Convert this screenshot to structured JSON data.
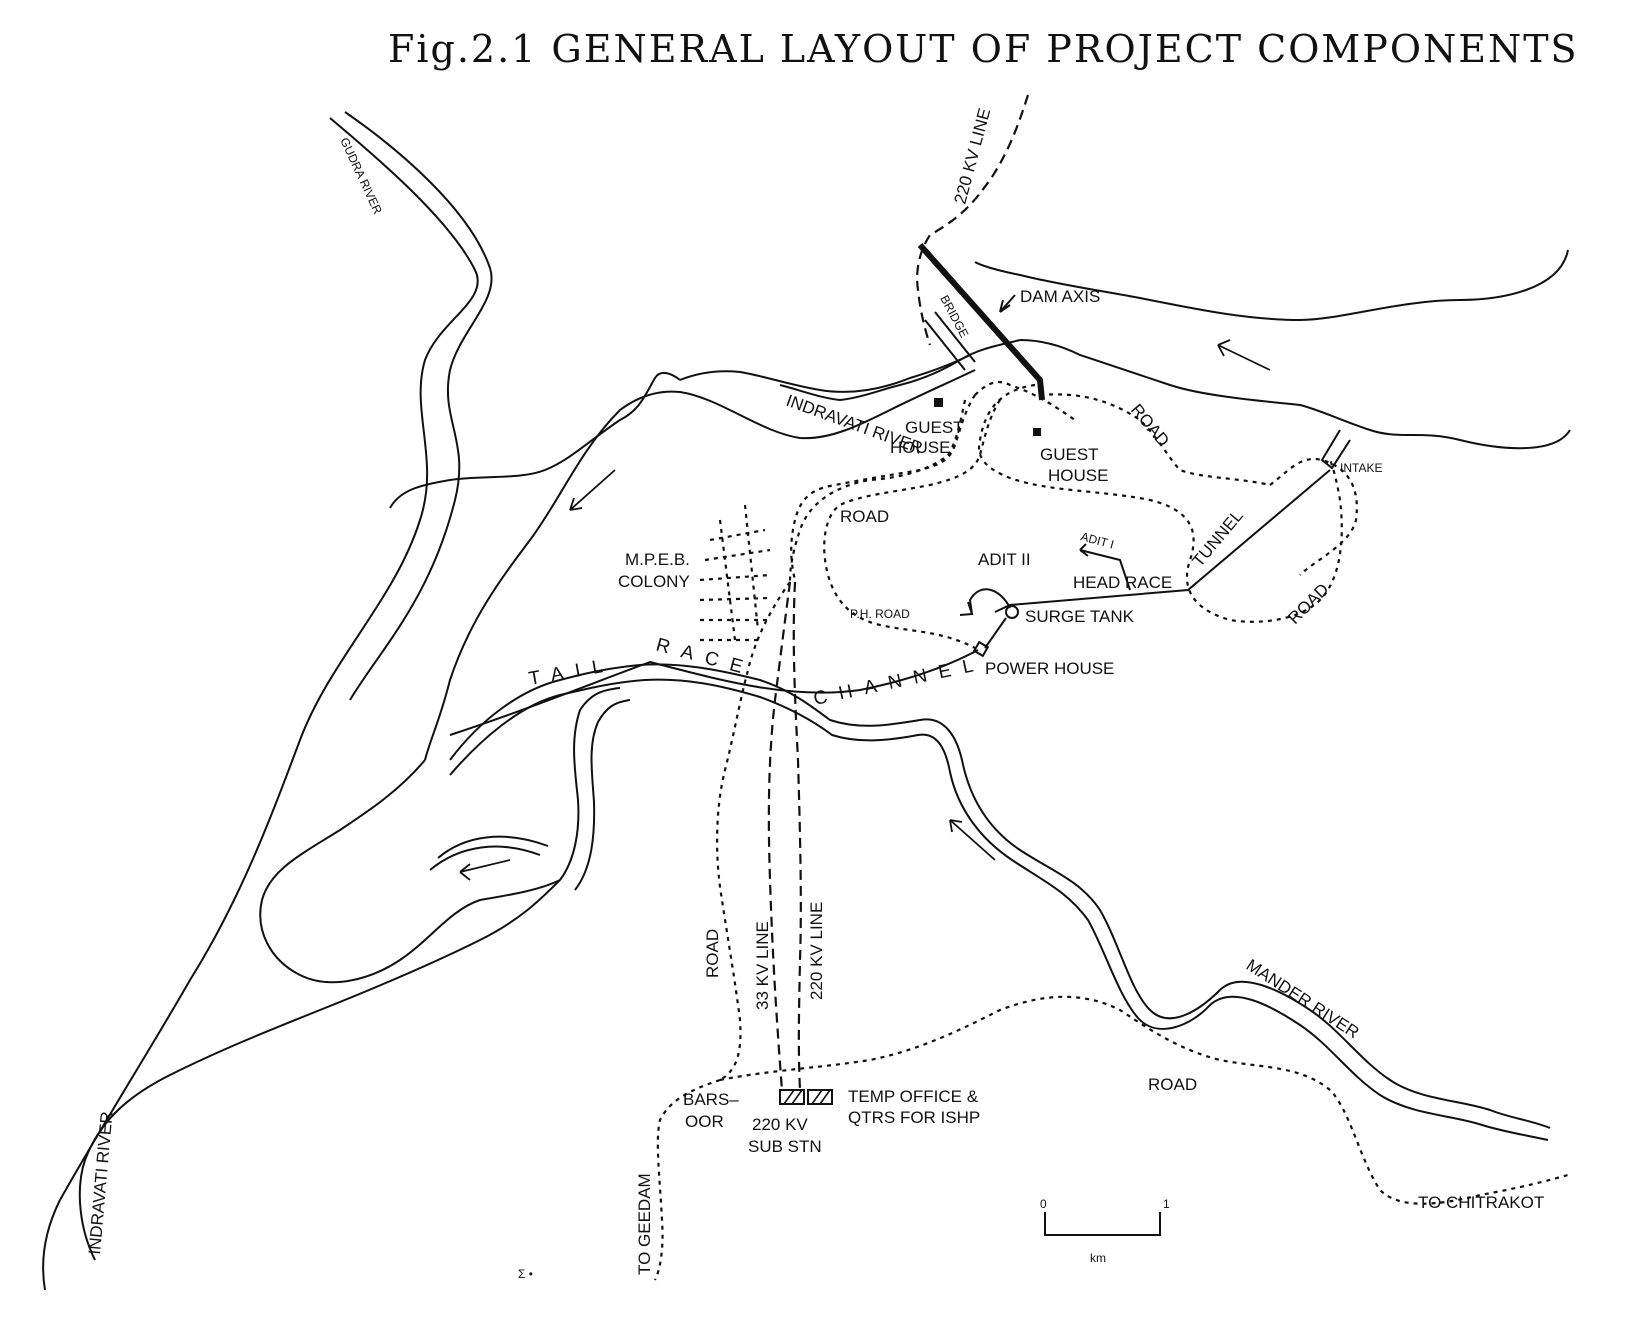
{
  "figure": {
    "title": "Fig.2.1   GENERAL LAYOUT OF PROJECT COMPONENTS"
  },
  "labels": {
    "gudra_river": "GUDRA RIVER",
    "kv_line_top": "220 KV LINE",
    "dam_axis": "DAM AXIS",
    "bridge": "BRIDGE",
    "indravati_river_upper": "INDRAVATI  RIVER",
    "guest_house_1_a": "GUEST",
    "guest_house_1_b": "HOUSE",
    "guest_house_2_a": "GUEST",
    "guest_house_2_b": "HOUSE",
    "road_upper": "ROAD",
    "road_center": "ROAD",
    "intake": "INTAKE",
    "tunnel": "TUNNEL",
    "road_right": "ROAD",
    "adit_1": "ADIT I",
    "adit_2": "ADIT II",
    "head_race": "HEAD RACE",
    "mpeb_colony_a": "M.P.E.B.",
    "mpeb_colony_b": "COLONY",
    "ph_road": "P.H. ROAD",
    "surge_tank": "SURGE TANK",
    "power_house": "POWER HOUSE",
    "tail_race_1": "TAIL",
    "tail_race_2": "RACE",
    "tail_race_3": "CHANNEL",
    "road_vertical": "ROAD",
    "kv33_line": "33 KV LINE",
    "kv220_line": "220 KV LINE",
    "mander_river": "MANDER RIVER",
    "road_lower": "ROAD",
    "barsoor_a": "BARS–",
    "barsoor_b": "OOR",
    "substation_a": "220 KV",
    "substation_b": "SUB STN",
    "temp_office_a": "TEMP OFFICE &",
    "temp_office_b": "QTRS FOR ISHP",
    "to_geedam": "TO GEEDAM",
    "to_chitrakot": "TO CHITRAKOT",
    "indravati_river_lower": "INDRAVATI RIVER",
    "scale_zero": "0",
    "scale_one": "1",
    "scale_unit": "km",
    "stray_mark": "Σ •"
  },
  "colors": {
    "ink": "#111111",
    "paper": "#ffffff"
  }
}
